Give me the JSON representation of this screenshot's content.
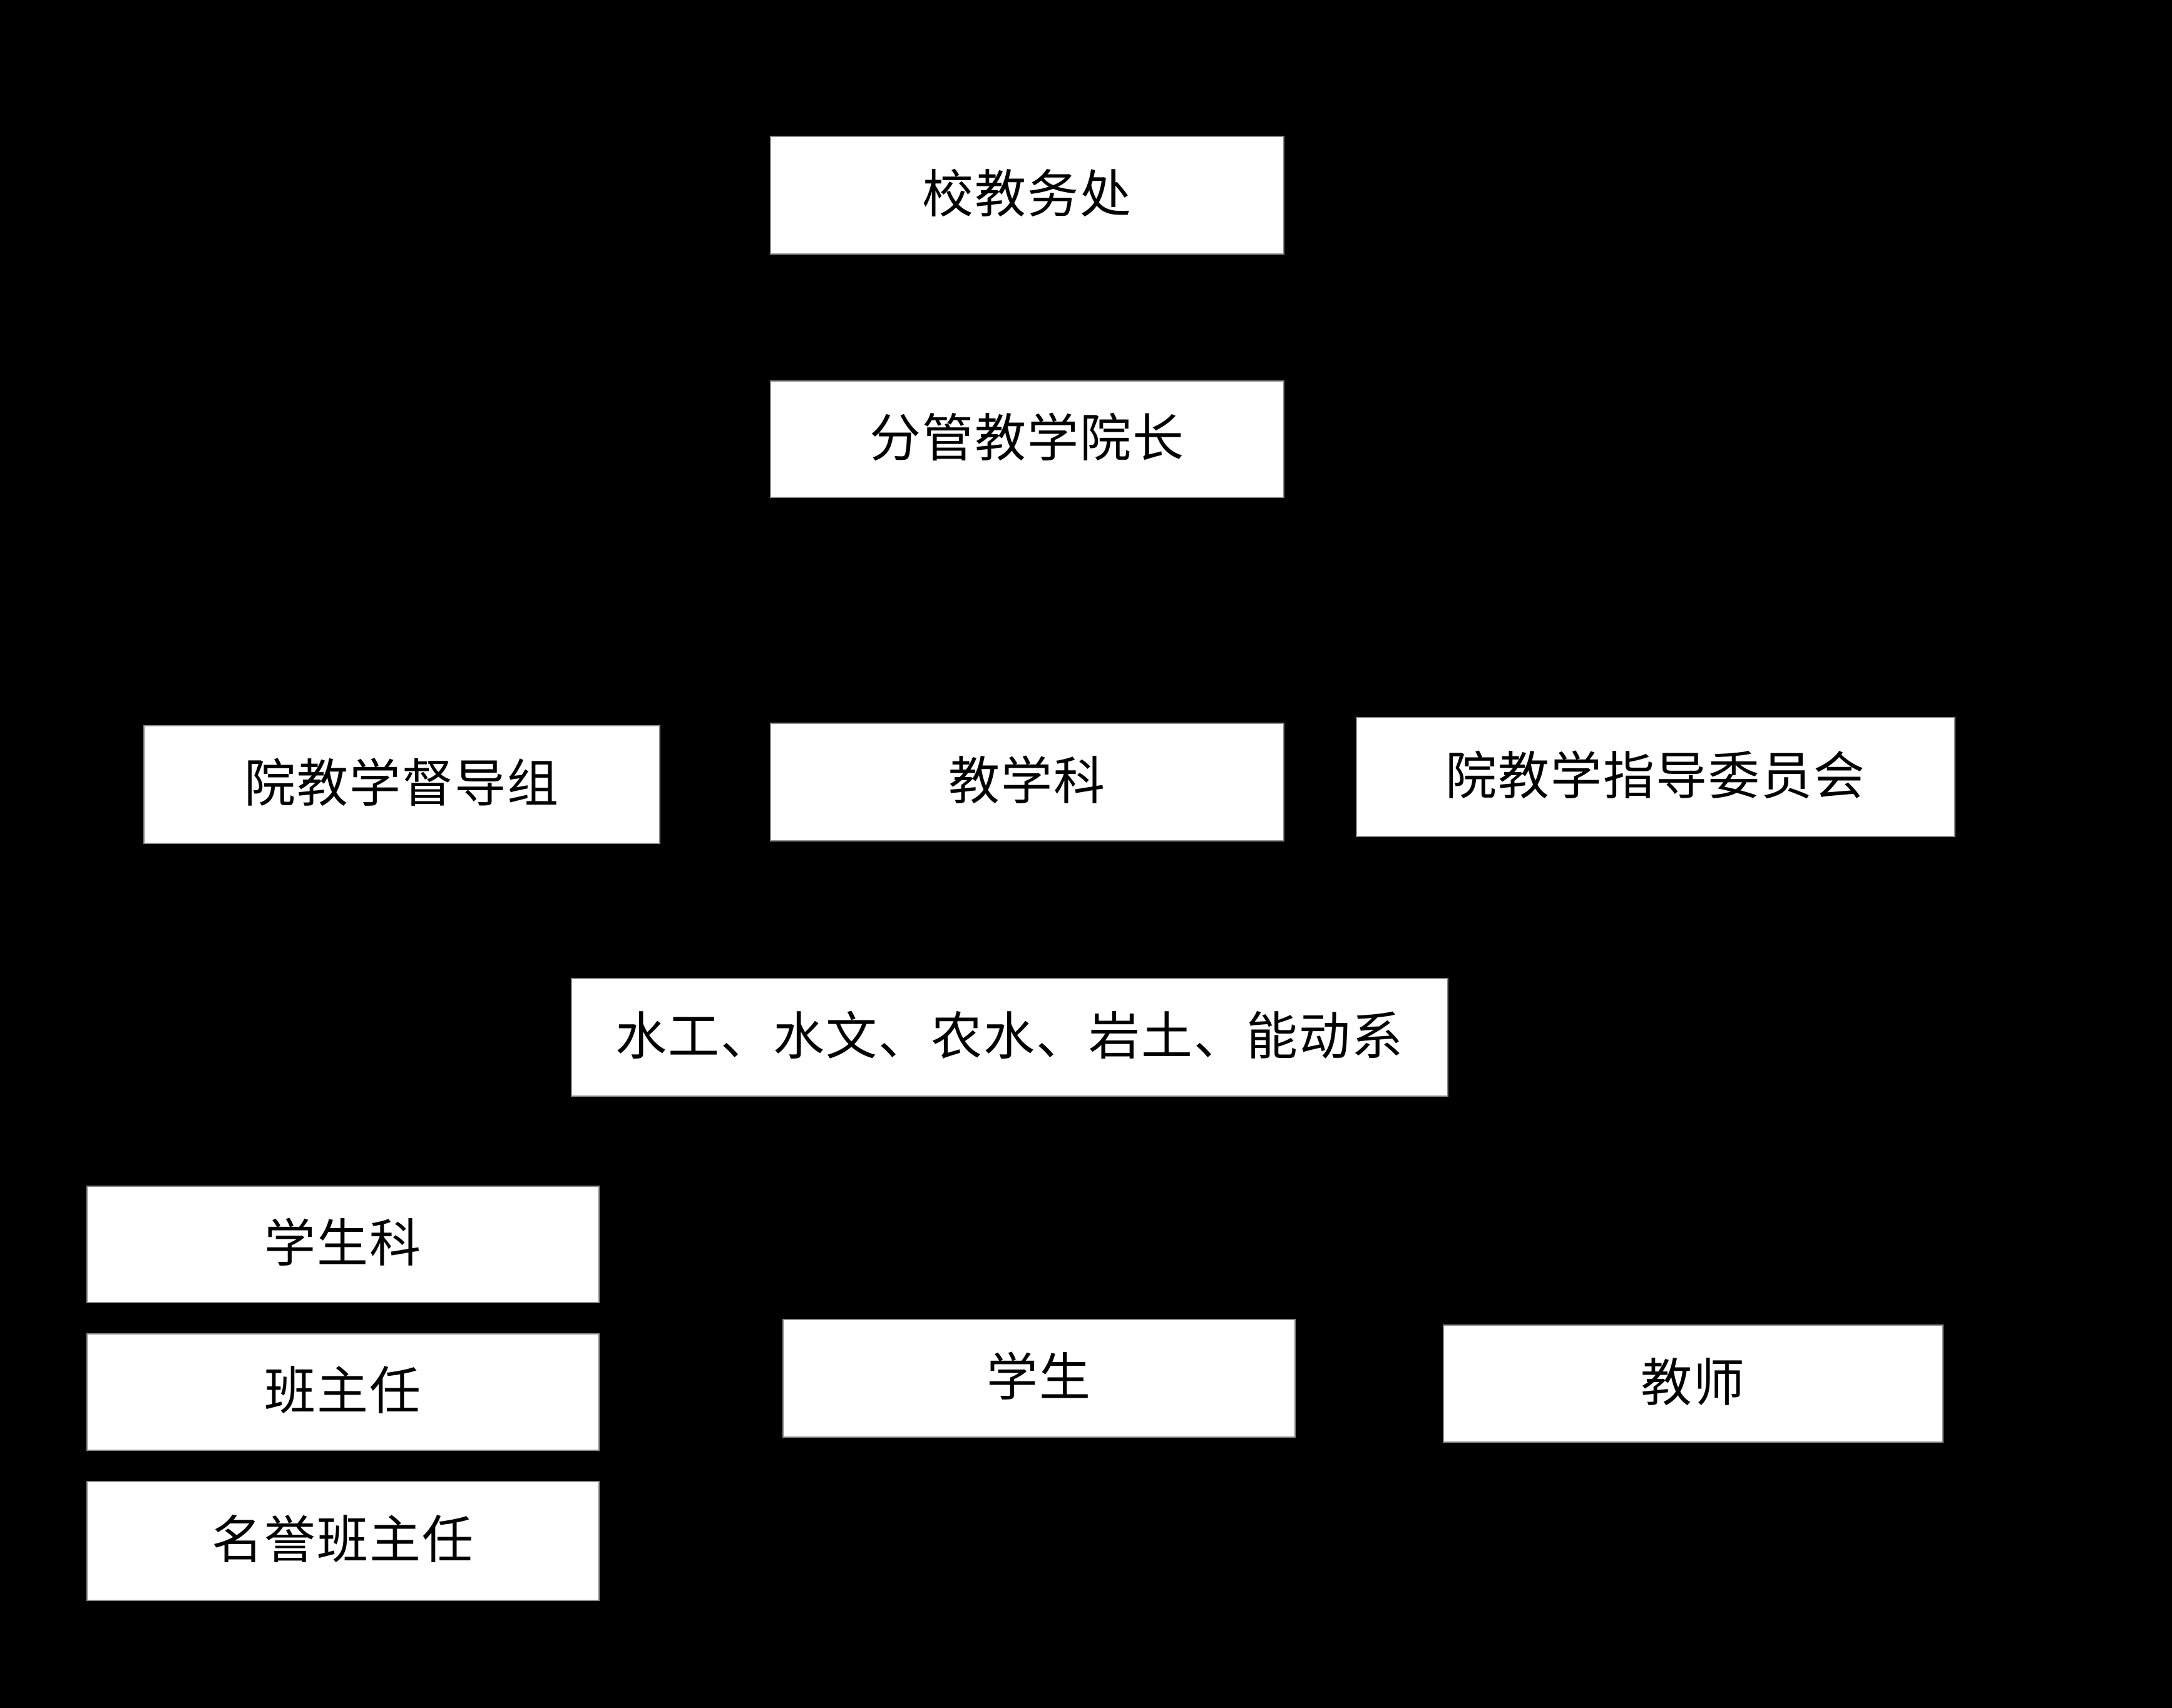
{
  "diagram": {
    "type": "org-chart",
    "colors": {
      "background": "#000000",
      "box_fill": "#ffffff",
      "box_border": "#8a8a8a",
      "text": "#000000"
    },
    "nodes": [
      {
        "label": "校教务处"
      },
      {
        "label": "分管教学院长"
      },
      {
        "label": "院教学督导组"
      },
      {
        "label": "教学科"
      },
      {
        "label": "院教学指导委员会"
      },
      {
        "label": "水工、水文、农水、岩土、能动系"
      },
      {
        "label": "学生科"
      },
      {
        "label": "班主任"
      },
      {
        "label": "名誉班主任"
      },
      {
        "label": "学生"
      },
      {
        "label": "教师"
      }
    ]
  }
}
